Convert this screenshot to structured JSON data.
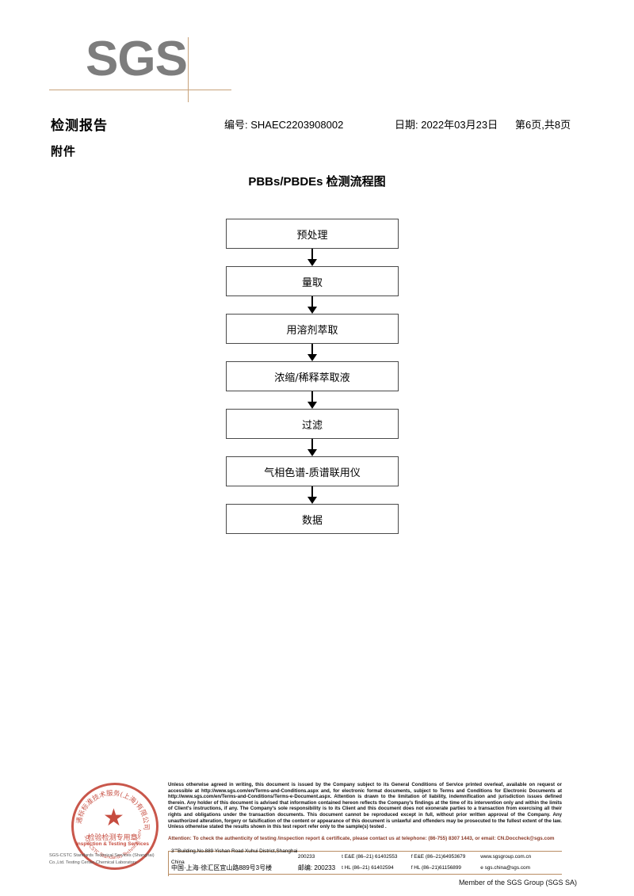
{
  "logo": {
    "text": "SGS"
  },
  "header": {
    "title": "检测报告",
    "subtitle": "附件",
    "report_no": "编号: SHAEC2203908002",
    "date": "日期: 2022年03月23日",
    "page": "第6页,共8页"
  },
  "flowchart": {
    "title": "PBBs/PBDEs 检测流程图",
    "steps": [
      {
        "label": "预处理"
      },
      {
        "label": "量取"
      },
      {
        "label": "用溶剂萃取"
      },
      {
        "label": "浓缩/稀释萃取液"
      },
      {
        "label": "过滤"
      },
      {
        "label": "气相色谱-质谱联用仪"
      },
      {
        "label": "数据"
      }
    ]
  },
  "stamp": {
    "top_text": "通标标准技术服务(上海)有限公司",
    "mid_text": "检验检测专用章",
    "en_text": "Inspection & Testing Services",
    "color": "#c0392b"
  },
  "footer": {
    "legal": "Unless otherwise agreed in writing, this document is issued by the Company subject to its General Conditions of Service printed overleaf, available on request or accessible at http://www.sgs.com/en/Terms-and-Conditions.aspx and, for electronic format documents, subject to Terms and Conditions for Electronic Documents at http://www.sgs.com/en/Terms-and-Conditions/Terms-e-Document.aspx. Attention is drawn to the limitation of liability, indemnification and jurisdiction issues defined therein. Any holder of this document is advised that information contained hereon reflects the Company's findings at the time of its intervention only and within the limits of Client's instructions, if any. The Company's sole responsibility is to its Client and this document does not exonerate parties to a transaction from exercising all their rights and obligations under the transaction documents. This document cannot be reproduced except in full, without prior written approval of the Company. Any unauthorized alteration, forgery or falsification of the content or appearance of this document is unlawful and offenders may be prosecuted to the fullest extent of the law. Unless otherwise stated the results shown in this test report refer only to the sample(s) tested .",
    "attention": "Attention: To check the authenticity of testing /inspection report & certificate, please contact us at telephone: (86-755) 8307 1443, or email: CN.Doccheck@sgs.com",
    "attention_color": "#8a3a28",
    "company_name": "SGS-CSTC Standards Technical Services (Shanghai) Co.,Ltd. Testing Center-Chemical Laboratory.",
    "address_en": "3\"\"Building,No.889 Yishan Road Xuhui District,Shanghai China",
    "address_cn": "中国·上海·徐汇区宜山路889号3号楼",
    "zip_en": "200233",
    "zip_cn_label": "邮编: 200233",
    "tel1_en": "t E&E (86–21) 61402553",
    "fax1_en": "f E&E (86–21)64953679",
    "tel2_cn": "t HL (86–21) 61402594",
    "fax2_cn": "f HL (86–21)61156899",
    "website": "www.sgsgroup.com.cn",
    "email": "e  sgs.china@sgs.com",
    "member": "Member of the SGS Group (SGS SA)"
  }
}
